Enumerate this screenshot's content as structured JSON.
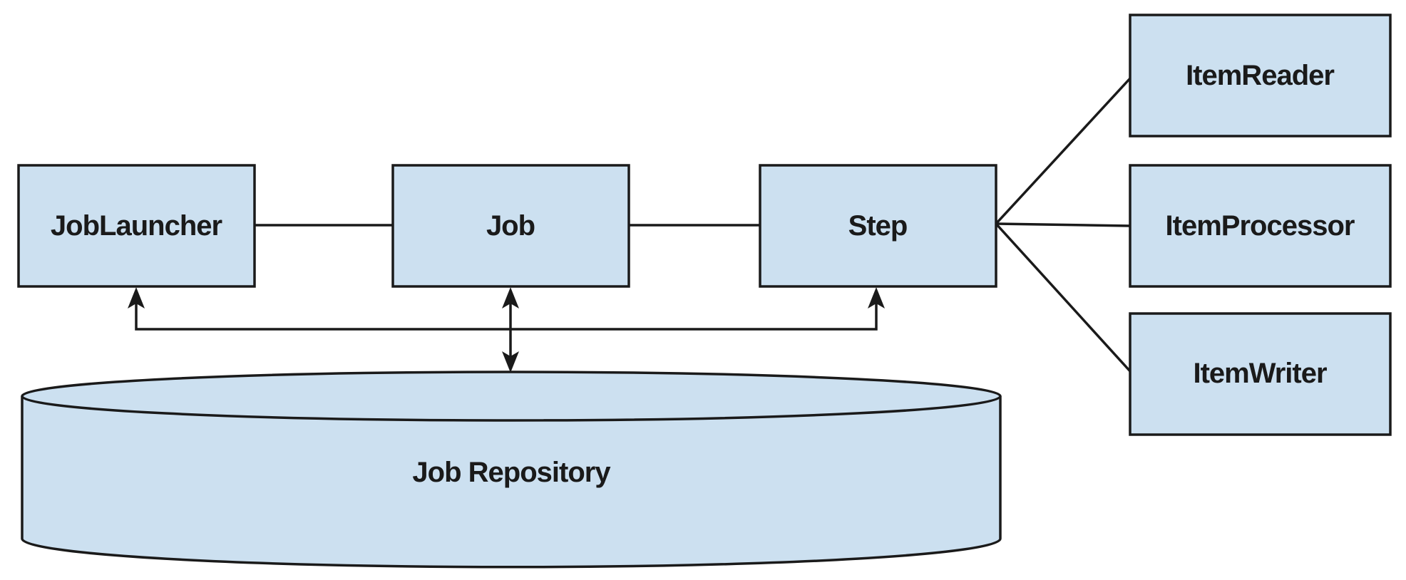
{
  "colors": {
    "box_fill": "#cce0f0",
    "stroke": "#1a1a1a",
    "background": "#ffffff"
  },
  "nodes": {
    "job_launcher": "JobLauncher",
    "job": "Job",
    "step": "Step",
    "item_reader": "ItemReader",
    "item_processor": "ItemProcessor",
    "item_writer": "ItemWriter",
    "job_repository": "Job Repository"
  }
}
